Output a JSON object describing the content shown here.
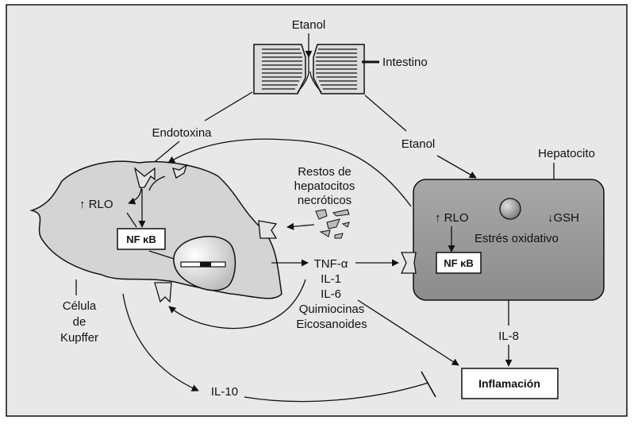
{
  "labels": {
    "etanol_top": "Etanol",
    "intestino": "Intestino",
    "endotoxina": "Endotoxina",
    "etanol_mid": "Etanol",
    "hepatocito": "Hepatocito",
    "restos_1": "Restos de",
    "restos_2": "hepatocitos",
    "restos_3": "necróticos",
    "rlo_kupffer": "↑ RLO",
    "nfkb_kupffer": "NF κB",
    "rlo_hep": "↑ RLO",
    "gsh_hep": "↓GSH",
    "estres": "Estrés oxidativo",
    "nfkb_hep": "NF κB",
    "tnf": "TNF-α",
    "il1": "IL-1",
    "il6": "IL-6",
    "quimiocinas": "Quimiocinas",
    "eicosanoides": "Eicosanoides",
    "celula_1": "Célula",
    "celula_2": "de",
    "celula_3": "Kupffer",
    "il8": "IL-8",
    "il10": "IL-10",
    "inflamacion": "Inflamación"
  },
  "colors": {
    "background": "#e8e8e8",
    "cell_fill": "#d4d4d4",
    "hepatocyte_fill": "#999999",
    "line": "#111111"
  }
}
